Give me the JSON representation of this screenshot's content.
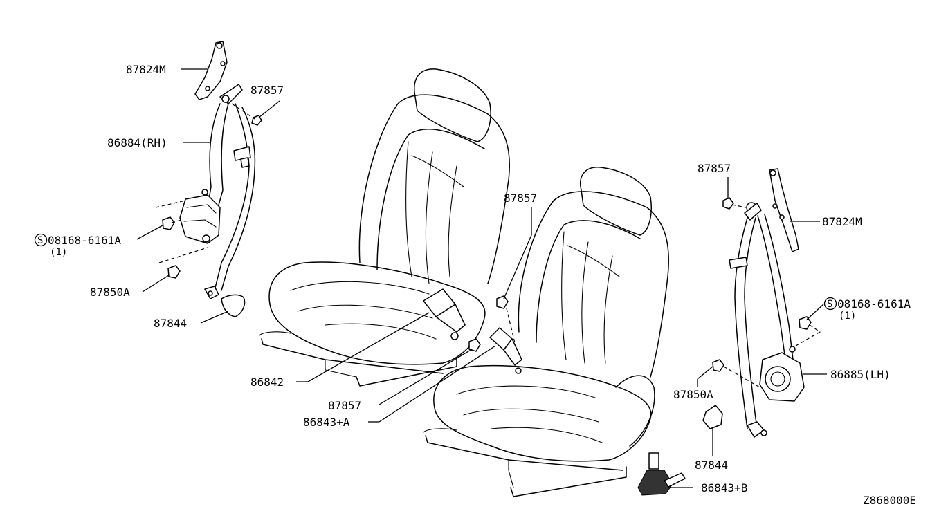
{
  "diagram_code": "Z868000E",
  "callouts": {
    "rh_anchor": "87824M",
    "rh_nut_top": "87857",
    "rh_belt": "86884(RH)",
    "rh_bolt_main": "08168-6161A",
    "rh_bolt_qty": "(1)",
    "rh_bolt_lower": "87850A",
    "rh_cover": "87844",
    "center_nut_upper": "87857",
    "center_buckle": "86842",
    "center_nut_lower": "87857",
    "center_buckle_a": "86843+A",
    "lh_nut_top": "87857",
    "lh_anchor": "87824M",
    "lh_bolt_main": "08168-6161A",
    "lh_bolt_qty": "(1)",
    "lh_belt": "86885(LH)",
    "lh_bolt_lower": "87850A",
    "lh_cover": "87844",
    "lh_buckle_b": "86843+B"
  },
  "screw_symbol": "S"
}
